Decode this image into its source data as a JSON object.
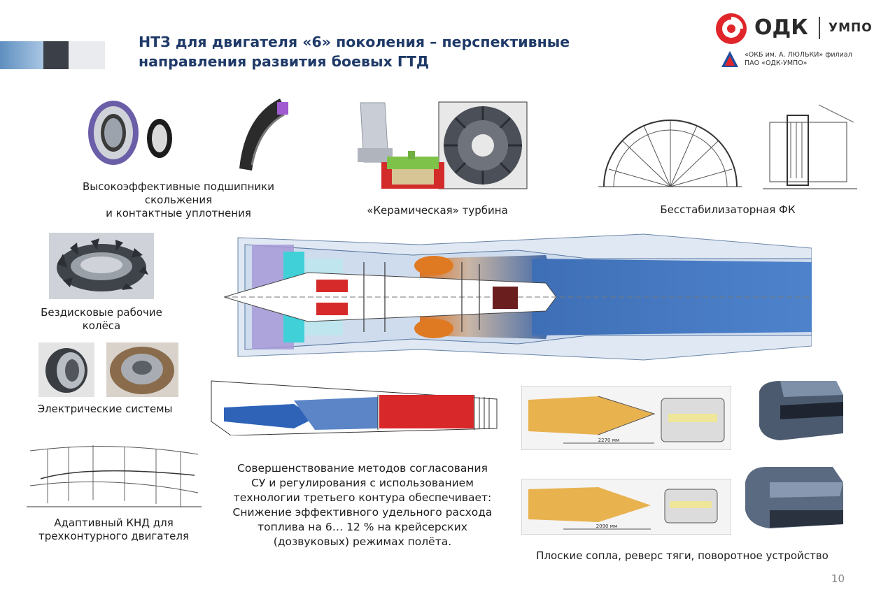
{
  "header": {
    "title_line1": "НТЗ для двигателя «6» поколения –  перспективные",
    "title_line2": "направления развития боевых ГТД"
  },
  "logo": {
    "brand": "ОДК",
    "division": "УМПО",
    "affiliate_line1": "«ОКБ им. А. ЛЮЛЬКИ» филиал",
    "affiliate_line2": "ПАО «ОДК-УМПО»"
  },
  "captions": {
    "bearings": [
      "Высокоэффективные подшипники",
      "скольжения",
      "и контактные уплотнения"
    ],
    "turbine": "«Керамическая» турбина",
    "combustor": "Бесстабилизаторная ФК",
    "blisk": [
      "Бездисковые рабочие",
      "колёса"
    ],
    "electric": "Электрические системы",
    "adaptive_fan": [
      "Адаптивный КНД для",
      "трехконтурного двигателя"
    ],
    "third_stream": [
      "Совершенствование методов согласования",
      "СУ и регулирования с использованием",
      "технологии третьего контура обеспечивает:",
      "Снижение эффективного удельного расхода",
      "топлива на 6… 12 % на крейсерских",
      "(дозвуковых) режимах полёта."
    ],
    "nozzles": "Плоские сопла, реверс тяги, поворотное устройство"
  },
  "nozzle_dims": {
    "upper": "2270 мм",
    "lower": "2090 мм"
  },
  "page_number": "10",
  "colors": {
    "title": "#1f3a68",
    "accent_red": "#d62a2a",
    "engine_blue": "#2f5fa8",
    "engine_orange": "#e08a2c"
  }
}
